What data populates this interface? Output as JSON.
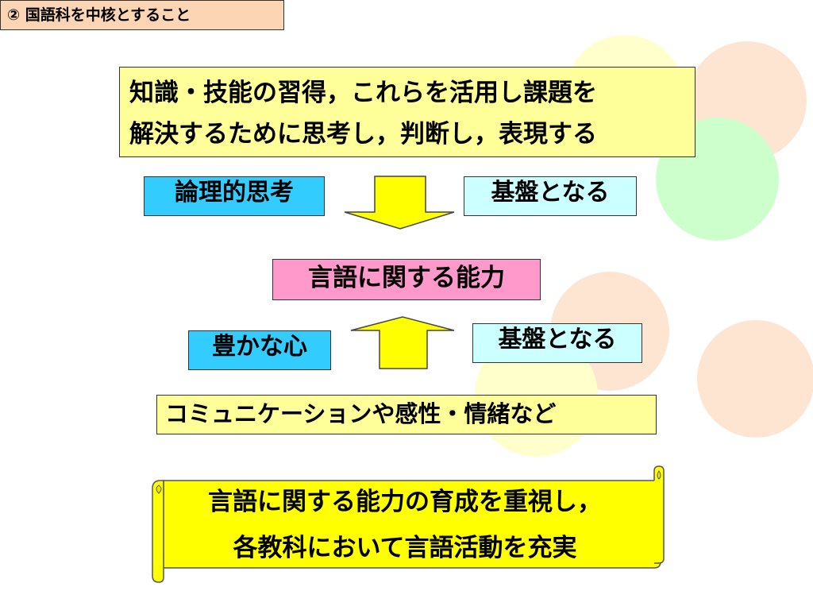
{
  "title": "② 国語科を中核とすること",
  "top_box": {
    "line1": "知識・技能の習得，これらを活用し課題を",
    "line2": "解決するために思考し，判断し，表現する"
  },
  "left_top_label": "論理的思考",
  "right_top_label": "基盤となる",
  "center_label": "言語に関する能力",
  "left_bottom_label": "豊かな心",
  "right_bottom_label": "基盤となる",
  "bottom_box": "コミュニケーションや感性・情緒など",
  "scroll": {
    "line1": "言語に関する能力の育成を重視し，",
    "line2": "各教科において言語活動を充実"
  },
  "colors": {
    "title_bg": "#fcd5b4",
    "highlight_yellow": "#ffff99",
    "arrow_yellow": "#ffff00",
    "blue_box": "#33ccff",
    "cyan_box": "#ccffff",
    "pink_box": "#ff99cc"
  }
}
